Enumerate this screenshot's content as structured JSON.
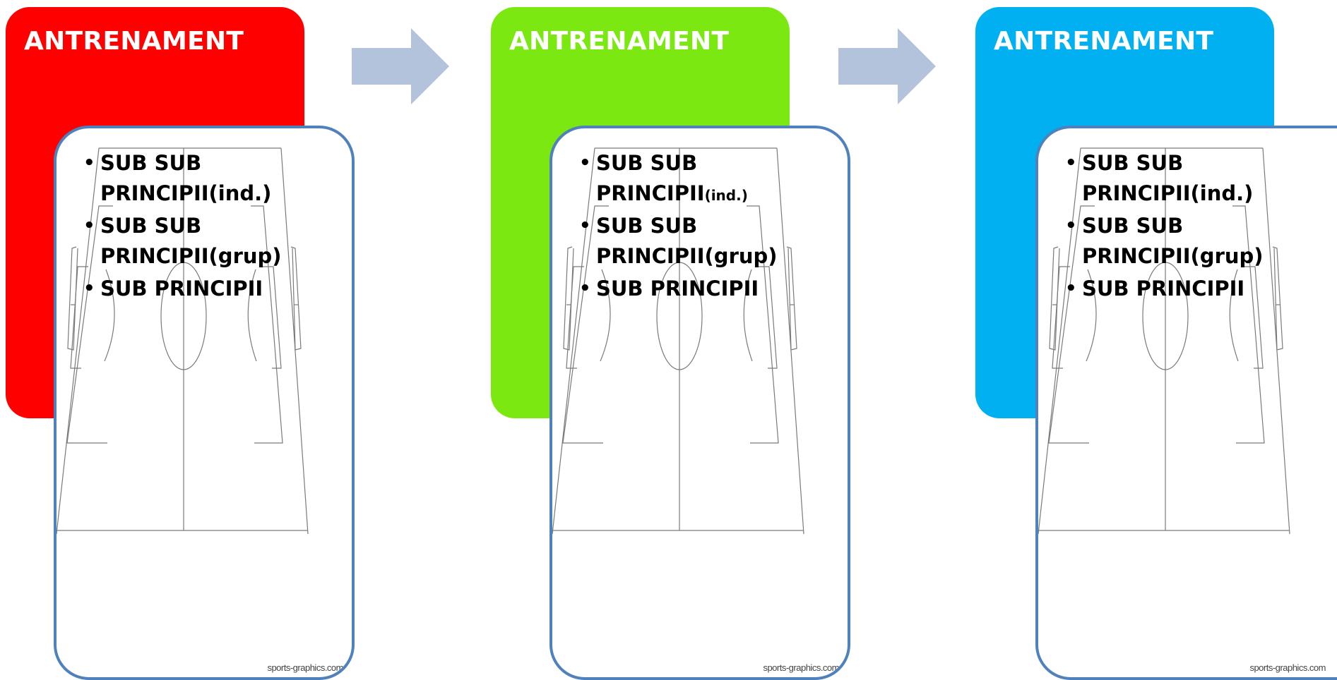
{
  "stages": [
    {
      "title": "ANTRENAMENT",
      "color": "#ff0000",
      "bullets": [
        {
          "main": "SUB SUB PRINCIPII(ind.)",
          "suffix": ""
        },
        {
          "main": "SUB SUB PRINCIPII(grup)",
          "suffix": ""
        },
        {
          "main": "SUB PRINCIPII",
          "suffix": ""
        }
      ],
      "credit": "sports-graphics.com"
    },
    {
      "title": "ANTRENAMENT",
      "color": "#7be811",
      "bullets": [
        {
          "main": "SUB SUB PRINCIPII",
          "suffix": "(ind.)"
        },
        {
          "main": "SUB SUB PRINCIPII(grup)",
          "suffix": ""
        },
        {
          "main": "SUB PRINCIPII",
          "suffix": ""
        }
      ],
      "credit": "sports-graphics.com"
    },
    {
      "title": "ANTRENAMENT",
      "color": "#00b0f0",
      "bullets": [
        {
          "main": "SUB SUB PRINCIPII(ind.)",
          "suffix": ""
        },
        {
          "main": "SUB SUB PRINCIPII(grup)",
          "suffix": ""
        },
        {
          "main": "SUB PRINCIPII",
          "suffix": ""
        }
      ],
      "credit": "sports-graphics.com"
    }
  ],
  "arrow_color": "#b4c3dc",
  "card_border_color": "#4f81bd"
}
